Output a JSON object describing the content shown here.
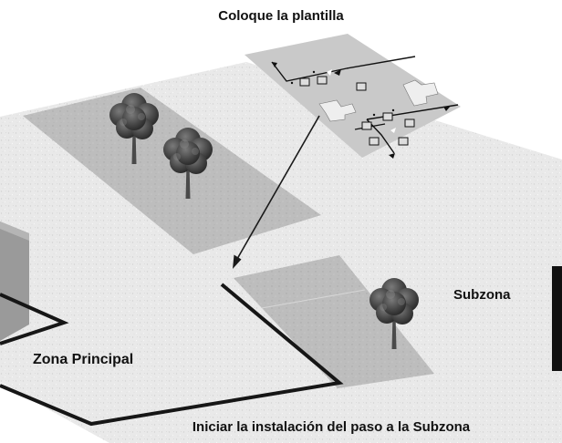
{
  "title": "Coloque la plantilla",
  "labels": {
    "main_zone": "Zona Principal",
    "sub_zone": "Subzona"
  },
  "caption": "Iniciar la instalación del paso a la Subzona",
  "colors": {
    "ground": "#e9e9e9",
    "grass_patch": "#b9b9b9",
    "template_sheet": "#c9c9c9",
    "wire": "#161616",
    "tree_foliage": "#3b3b3b",
    "house_wall": "#9a9a9a"
  },
  "icons": [
    "tree-icon",
    "house-icon",
    "template-sheet-icon",
    "arrow-icon"
  ]
}
